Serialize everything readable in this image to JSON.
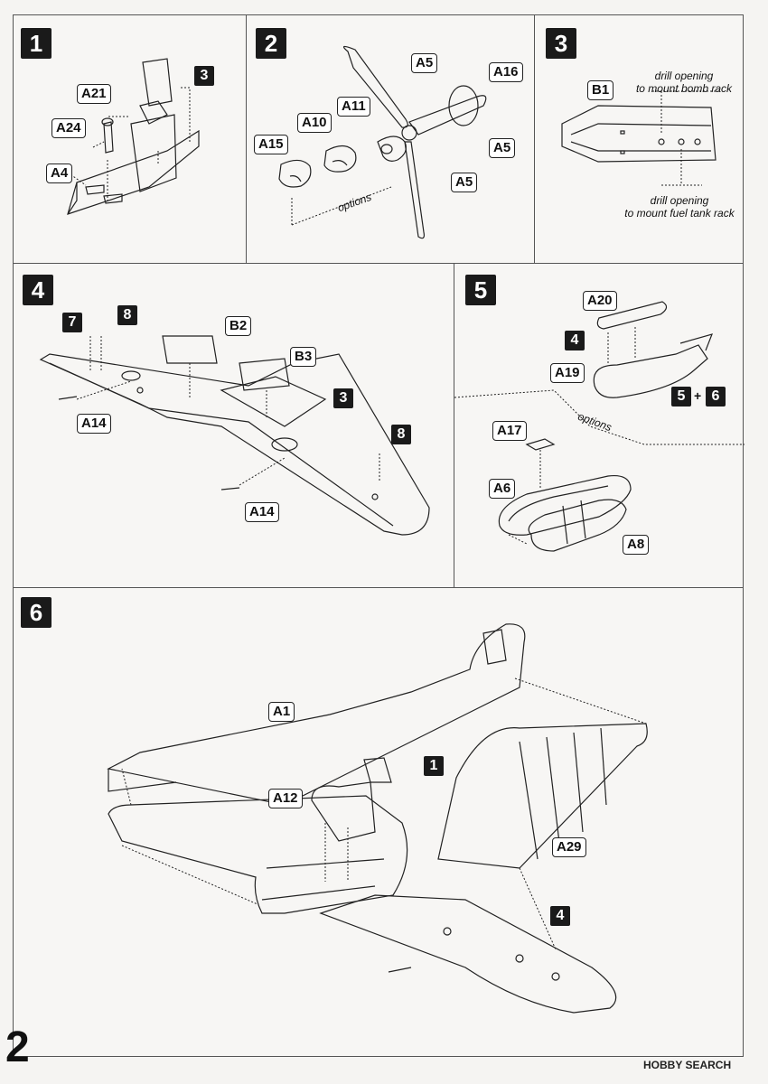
{
  "steps": {
    "s1": {
      "number": "1",
      "parts": [
        "A21",
        "A24",
        "A4"
      ],
      "ref": "3"
    },
    "s2": {
      "number": "2",
      "parts": [
        "A5",
        "A16",
        "A11",
        "A10",
        "A15",
        "A5",
        "A5"
      ],
      "options": "options"
    },
    "s3": {
      "number": "3",
      "part": "B1",
      "note_top": "drill opening\nto mount bomb rack",
      "note_bottom": "drill opening\nto mount fuel tank rack"
    },
    "s4": {
      "number": "4",
      "refs": [
        "7",
        "8",
        "3",
        "8"
      ],
      "parts": [
        "B2",
        "B3",
        "A14",
        "A14"
      ]
    },
    "s5": {
      "number": "5",
      "refs": [
        "4",
        "5",
        "6"
      ],
      "parts": [
        "A20",
        "A19",
        "A17",
        "A6",
        "A8"
      ],
      "plus": "+",
      "options": "options"
    },
    "s6": {
      "number": "6",
      "refs": [
        "1",
        "4"
      ],
      "parts": [
        "A1",
        "A12",
        "A29"
      ]
    }
  },
  "page_number": "2",
  "watermark": "HOBBY SEARCH",
  "colors": {
    "box": "#1a1a1a",
    "line": "#222222",
    "paper": "#f7f6f4"
  }
}
